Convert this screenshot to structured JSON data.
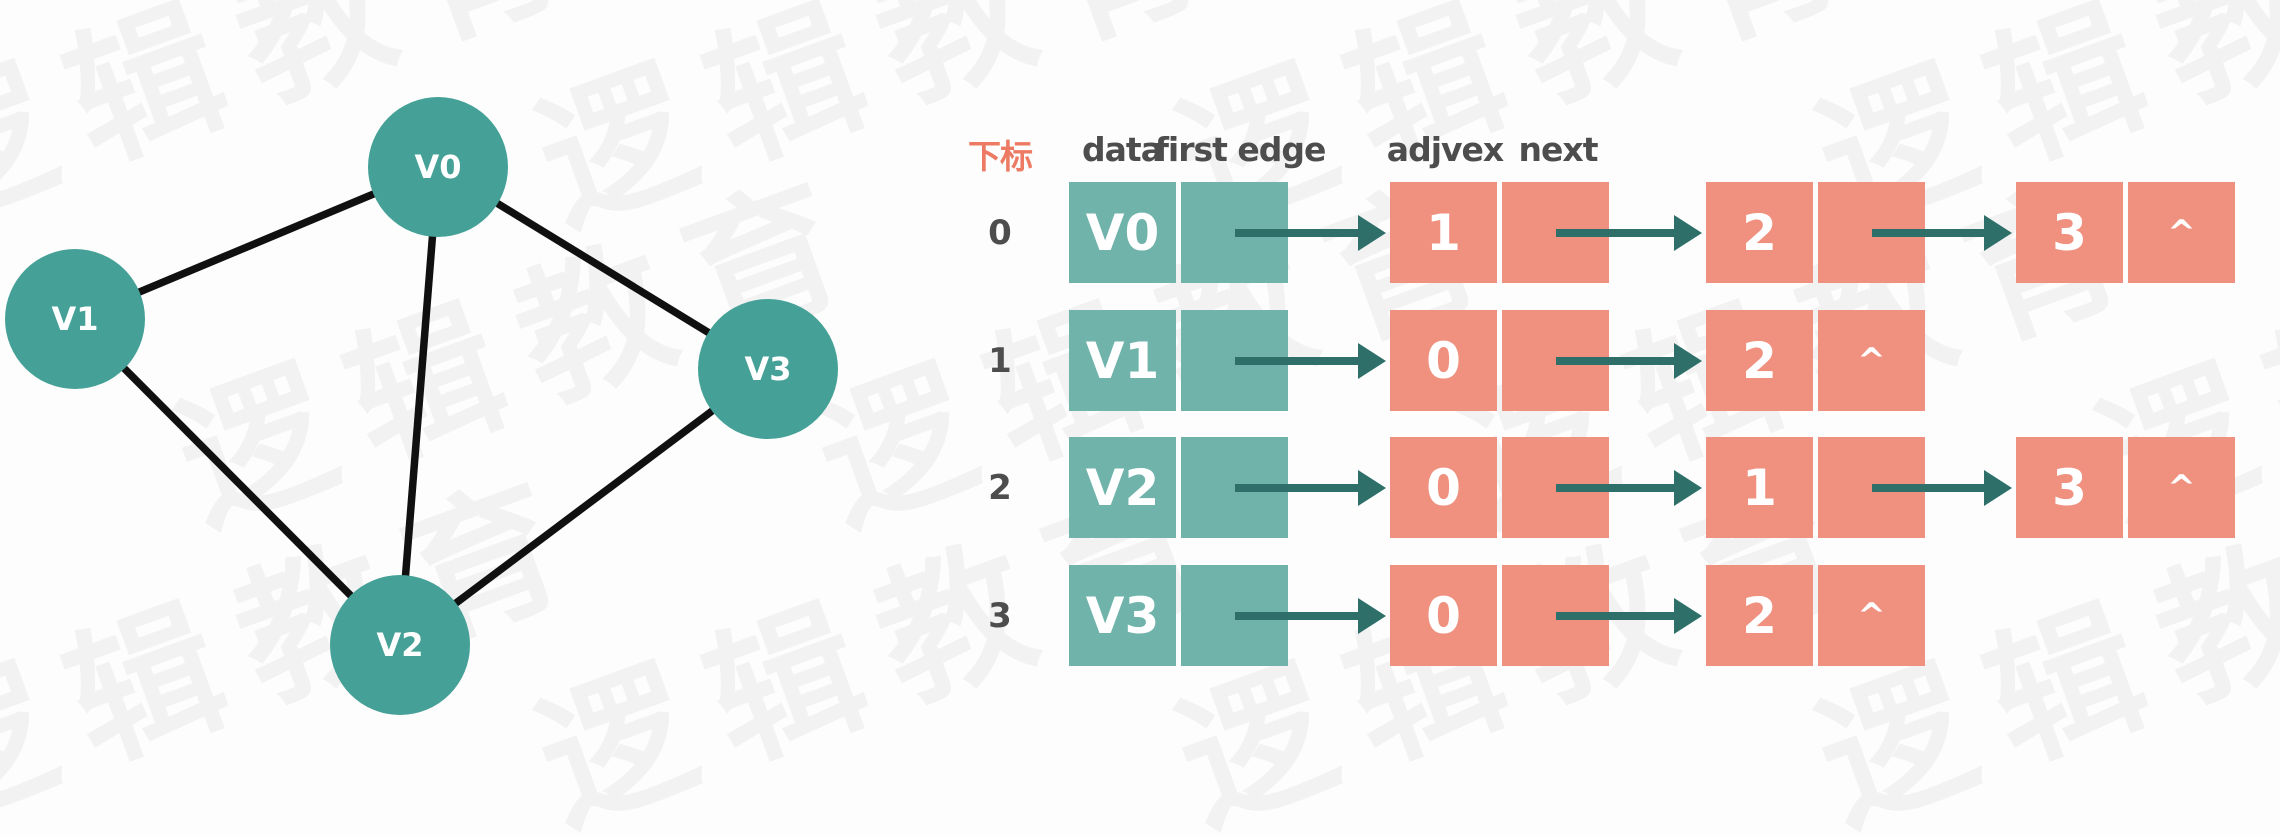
{
  "colors": {
    "node_teal": "#45a197",
    "cell_teal": "#6fb3ab",
    "cell_salmon": "#f0917f",
    "arrow_teal": "#2e6f6a",
    "header_gray": "#4d4d4d",
    "index_header_red": "#ed7a62",
    "graph_edge_black": "#101010",
    "label_white": "#ffffff"
  },
  "watermark": {
    "text": "逻辑教育"
  },
  "graph": {
    "nodes": [
      {
        "label": "V0"
      },
      {
        "label": "V1"
      },
      {
        "label": "V2"
      },
      {
        "label": "V3"
      }
    ],
    "edges": [
      [
        "V0",
        "V1"
      ],
      [
        "V0",
        "V2"
      ],
      [
        "V0",
        "V3"
      ],
      [
        "V1",
        "V2"
      ],
      [
        "V2",
        "V3"
      ]
    ]
  },
  "list": {
    "headers": {
      "index": "下标",
      "data": "data",
      "first_edge": "first edge",
      "adjvex": "adjvex",
      "next": "next"
    },
    "null_marker": "^",
    "rows": [
      {
        "index": "0",
        "vertex": "V0",
        "adjacent": [
          "1",
          "2",
          "3"
        ]
      },
      {
        "index": "1",
        "vertex": "V1",
        "adjacent": [
          "0",
          "2"
        ]
      },
      {
        "index": "2",
        "vertex": "V2",
        "adjacent": [
          "0",
          "1",
          "3"
        ]
      },
      {
        "index": "3",
        "vertex": "V3",
        "adjacent": [
          "0",
          "2"
        ]
      }
    ]
  }
}
